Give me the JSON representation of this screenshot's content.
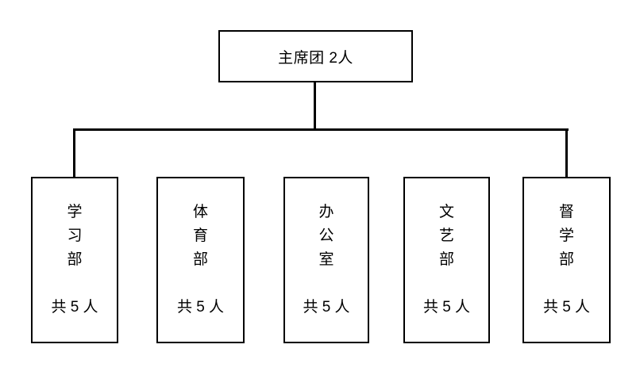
{
  "diagram": {
    "type": "org-chart",
    "root": {
      "label": "主席团 2人"
    },
    "departments": [
      {
        "name": "学习部",
        "count": "共 5 人"
      },
      {
        "name": "体育部",
        "count": "共 5 人"
      },
      {
        "name": "办公室",
        "count": "共 5 人"
      },
      {
        "name": "文艺部",
        "count": "共 5 人"
      },
      {
        "name": "督学部",
        "count": "共 5 人"
      }
    ]
  },
  "colors": {
    "background": "#ffffff",
    "line": "#000000",
    "text": "#000000"
  }
}
